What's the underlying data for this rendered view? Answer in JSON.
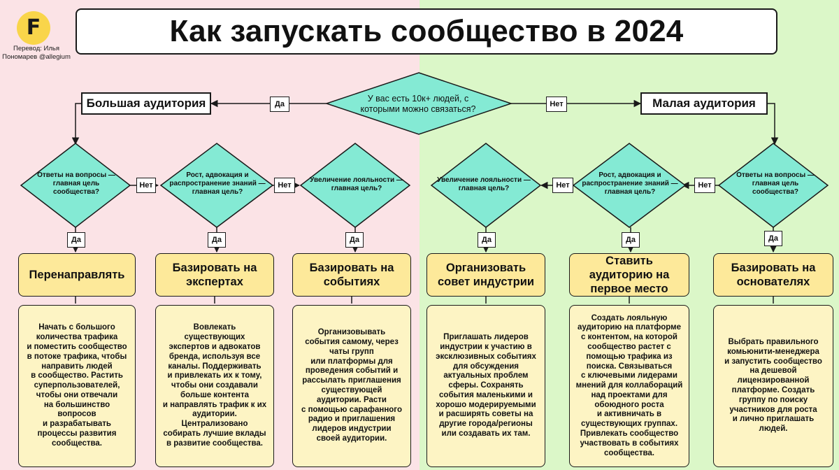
{
  "header": {
    "title": "Как запускать сообщество в 2024",
    "logo_letter": "F",
    "credit": "Перевод: Илья Пономарев @allegium"
  },
  "colors": {
    "left_bg": "#fbe3e6",
    "right_bg": "#dbf7c8",
    "diamond": "#84ead4",
    "action_box": "#fde99a",
    "desc_box": "#fdf4c4",
    "logo_bg": "#f9d54a",
    "line": "#1a1a1a"
  },
  "root": {
    "question": "У вас есть 10к+ людей, с которыми можно связаться?",
    "yes_label": "Да",
    "no_label": "Нет",
    "left_audience": "Большая аудитория",
    "right_audience": "Малая аудитория"
  },
  "decisions": {
    "l1": {
      "question": "Ответы на вопросы — главная цель сообщества?",
      "no": "Нет",
      "yes": "Да"
    },
    "l2": {
      "question": "Рост, адвокация и распространение знаний — главная цель?",
      "no": "Нет",
      "yes": "Да"
    },
    "l3": {
      "question": "Увеличение лояльности — главная цель?",
      "yes": "Да"
    },
    "r3": {
      "question": "Увеличение лояльности — главная цель?",
      "yes": "Да"
    },
    "r2": {
      "question": "Рост, адвокация и распространение знаний — главная цель?",
      "no": "Нет",
      "yes": "Да"
    },
    "r1": {
      "question": "Ответы на вопросы — главная цель сообщества?",
      "no": "Нет",
      "yes": "Да"
    }
  },
  "actions": {
    "l1": {
      "title": "Перенаправлять",
      "desc": "Начать с большого\nколичества трафика\nи поместить сообщество\nв потоке трафика, чтобы\nнаправить людей\nв сообщество. Растить\nсуперпользователей,\nчтобы они отвечали\nна большинство\nвопросов\nи разрабатывать\nпроцессы развития\nсообщества."
    },
    "l2": {
      "title": "Базировать на экспертах",
      "desc": "Вовлекать\nсуществующих\nэкспертов и адвокатов\nбренда, используя все\nканалы. Поддерживать\nи привлекать их к тому,\nчтобы они создавали\nбольше контента\nи направлять трафик к их\nаудитории.\nЦентрализовано\nсобирать лучшие вклады\nв развитие сообщества."
    },
    "l3": {
      "title": "Базировать на событиях",
      "desc": "Организовывать\nсобытия самому, через\nчаты групп\nили платформы для\nпроведения событий и\nрассылать приглашения\nсуществующей\nаудитории. Расти\nс помощью сарафанного\nрадио и приглашения\nлидеров индустрии\nсвоей аудитории."
    },
    "r3": {
      "title": "Организовать совет индустрии",
      "desc": "Приглашать лидеров\nиндустрии к участию в\nэксклюзивных событиях\nдля обсуждения\nактуальных проблем\nсферы. Сохранять\nсобытия маленькими и\nхорошо модерируемыми\nи расширять советы на\nдругие города/регионы\nили создавать их там."
    },
    "r2": {
      "title": "Ставить аудиторию на первое место",
      "desc": "Создать лояльную\nаудиторию на платформе\nс контентом, на которой\nсообщество растет с\nпомощью трафика из\nпоиска. Связываться\nс ключевыми лидерами\nмнений для коллабораций\nнад проектами для\nобоюдного роста\nи активничать в\nсуществующих группах.\nПривлекать сообщество\nучаствовать в событиях\nсообщества."
    },
    "r1": {
      "title": "Базировать на основателях",
      "desc": "Выбрать правильного\nкомьюнити-менеджера\nи запустить сообщество\nна дешевой\nлицензированной\nплатформе. Создать\nгруппу по поиску\nучастников для роста\nи лично приглашать\nлюдей."
    }
  }
}
